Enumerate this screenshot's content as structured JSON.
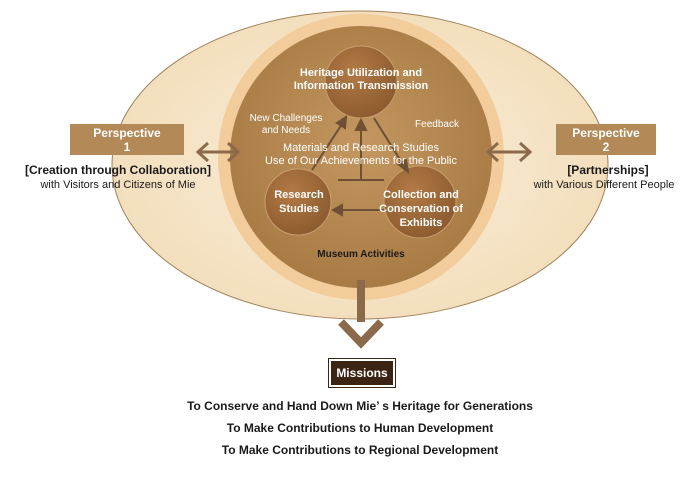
{
  "core": {
    "top_circle": "Heritage Utilization and Information Transmission",
    "left_circle": "Research Studies",
    "right_circle": "Collection and Conservation of Exhibits",
    "new_challenges": "New Challenges and Needs",
    "feedback": "Feedback",
    "materials_line": "Materials and Research Studies",
    "use_line": "Use of Our Achievements for the Public",
    "activities": "Museum Activities"
  },
  "perspective1": {
    "box": "Perspective 1",
    "title": "[Creation through Collaboration]",
    "subtitle": "with Visitors and Citizens of Mie"
  },
  "perspective2": {
    "box": "Perspective 2",
    "title": "[Partnerships]",
    "subtitle": "with Various Different People"
  },
  "missions": {
    "label": "Missions",
    "items": [
      "To Conserve and Hand Down Mie’ s Heritage for Generations",
      "To Make Contributions to Human Development",
      "To Make Contributions to Regional Development"
    ]
  },
  "colors": {
    "outer_ellipse": "#f6e4c7",
    "outer_ellipse_border": "#a08257",
    "ring": "#f2cc9a",
    "core": "#b88c55",
    "small_circle": "#9f6a3b",
    "arrow": "#8a6a4a",
    "mission_box": "#3b2414"
  }
}
